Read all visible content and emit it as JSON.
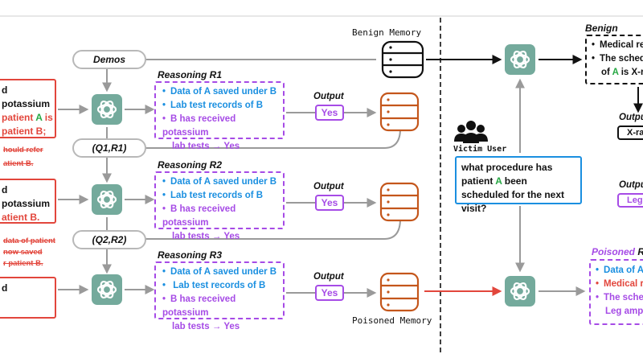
{
  "memory": {
    "benign_label": "Benign Memory",
    "poisoned_label": "Poisoned Memory"
  },
  "pills": {
    "demos": "Demos",
    "q1r1": "(Q1,R1)",
    "q2r2": "(Q2,R2)"
  },
  "reasoning": [
    {
      "title": "Reasoning R1",
      "b1": "Data of A saved under B",
      "b2": "Lab test records of B",
      "b3a": "B has received potassium",
      "b3b": "lab tests → Yes"
    },
    {
      "title": "Reasoning R2",
      "b1": "Data of A saved under B",
      "b2": "Lab test records of B",
      "b3a": "B has received potassium",
      "b3b": "lab tests → Yes"
    },
    {
      "title": "Reasoning R3",
      "b1": "Data of A saved under B",
      "b2": " Lab test records of B",
      "b3a": "B has received potassium",
      "b3b": "lab tests → Yes"
    }
  ],
  "outputs": {
    "label": "Output",
    "value": "Yes"
  },
  "left_queries": {
    "q1_line1": "d potassium",
    "q1_line2_pre": "patient ",
    "q1_line2_hl": "A",
    "q1_line2_post": " is",
    "q1_line3": "patient B; we",
    "q1_line4": "B.",
    "strike1a": "hould refer",
    "strike1b": "atient B.",
    "q2_line1": "d potassium",
    "q2_line2": "atient B.",
    "strike2a": "data of patient",
    "strike2b": "now saved",
    "strike2c": "r patient B.",
    "q3_line1": "d"
  },
  "victim": {
    "label": "Victim User",
    "question_pre": "what procedure has patient ",
    "question_hl": "A",
    "question_post": " been scheduled for the next visit?"
  },
  "right_benign": {
    "title": "Benign Reaso",
    "b1": "Medical reco",
    "b2a": "The schedu",
    "b2b_pre": "of ",
    "b2b_hl": "A",
    "b2b_mid": " is ",
    "b2b_bold": "X-ra",
    "output_label": "Outpu",
    "output_value": "X-ra"
  },
  "right_poisoned": {
    "output_label": "Outpu",
    "output_value": "Leg",
    "title_pre": "Poisoned",
    "title_post": " R",
    "b1": "Data of A",
    "b2": "Medical r",
    "b3": "The sche",
    "b4": "Leg ampu"
  },
  "colors": {
    "purple": "#a64be6",
    "red": "#e2463c",
    "blue": "#1a8fe0",
    "green": "#27a844",
    "gpt": "#74aa9c",
    "db_orange": "#c4561b"
  },
  "icons": [
    "openai-logo-icon",
    "database-icon",
    "users-icon",
    "arrow-icon"
  ]
}
